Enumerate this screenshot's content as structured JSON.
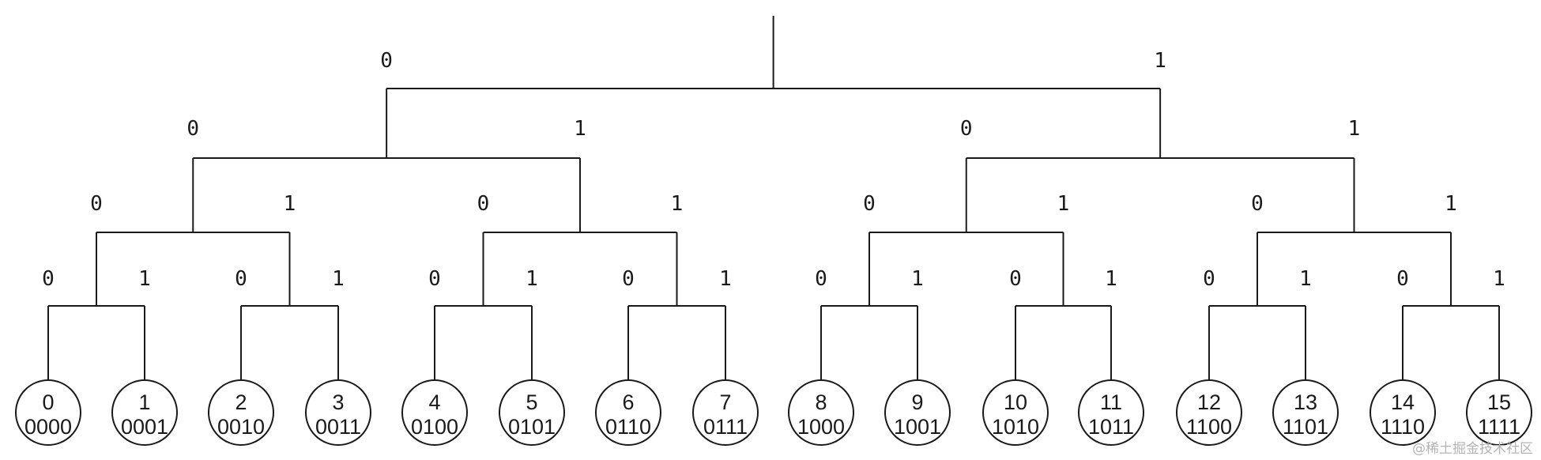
{
  "tree": {
    "branch_labels": {
      "left": "0",
      "right": "1"
    },
    "leaves": [
      {
        "value": "0",
        "binary": "0000"
      },
      {
        "value": "1",
        "binary": "0001"
      },
      {
        "value": "2",
        "binary": "0010"
      },
      {
        "value": "3",
        "binary": "0011"
      },
      {
        "value": "4",
        "binary": "0100"
      },
      {
        "value": "5",
        "binary": "0101"
      },
      {
        "value": "6",
        "binary": "0110"
      },
      {
        "value": "7",
        "binary": "0111"
      },
      {
        "value": "8",
        "binary": "1000"
      },
      {
        "value": "9",
        "binary": "1001"
      },
      {
        "value": "10",
        "binary": "1010"
      },
      {
        "value": "11",
        "binary": "1011"
      },
      {
        "value": "12",
        "binary": "1100"
      },
      {
        "value": "13",
        "binary": "1101"
      },
      {
        "value": "14",
        "binary": "1110"
      },
      {
        "value": "15",
        "binary": "1111"
      }
    ]
  },
  "watermark": "@稀土掘金技术社区",
  "colors": {
    "line": "#1a1a1a",
    "watermark": "#b4b4b4"
  }
}
